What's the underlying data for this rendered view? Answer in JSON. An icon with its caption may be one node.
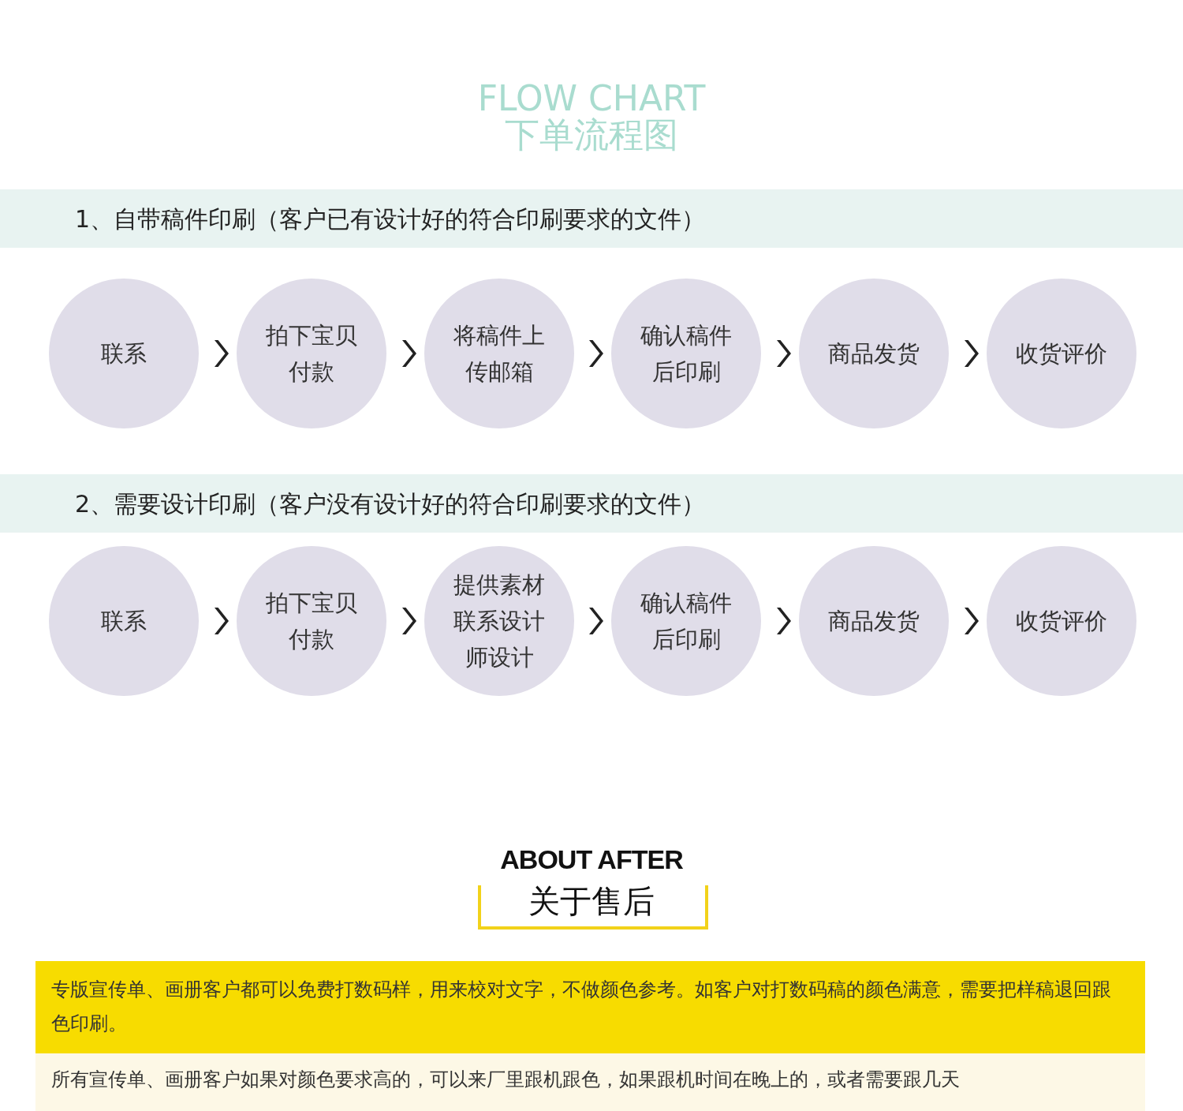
{
  "diagram": {
    "title": "FLOW CHART 下单流程图",
    "nodes": [
      {
        "text": [
          "1、自带稿件印刷（客户已有设计好的符合印刷要求的文件）"
        ]
      },
      {
        "text": [
          "联系"
        ]
      },
      {
        "text": [
          "拍下宝贝付款"
        ]
      },
      {
        "text": [
          "将稿件上传邮箱"
        ]
      },
      {
        "text": [
          "确认稿件后印刷"
        ]
      },
      {
        "text": [
          "商品发货"
        ]
      },
      {
        "text": [
          "收货评价"
        ]
      },
      {
        "text": [
          "2、需要设计印刷（客户没有设计好的符合印刷要求的文件）"
        ]
      },
      {
        "text": [
          "联系"
        ]
      },
      {
        "text": [
          "拍下宝贝付款"
        ]
      },
      {
        "text": [
          "提供素材联系设计师设计"
        ]
      },
      {
        "text": [
          "确认稿件后印刷"
        ]
      },
      {
        "text": [
          "商品发货"
        ]
      },
      {
        "text": [
          "收货评价"
        ]
      },
      {
        "text": [
          "专版宣传单、画册客户都可以免费打数码样，用来校对文字，不做颜色参考。如客户对打数码稿的颜色满意，需要把样稿退回跟色印刷。"
        ]
      },
      {
        "text": [
          "所有宣传单、画册客户如果对颜色要求高的，可以来厂里跟机跟色，如果跟机时间在晚上的，或者需要跟几天"
        ]
      }
    ],
    "edges": [
      {
        "from": 1,
        "to": 2,
        "arrow": "to"
      },
      {
        "from": 2,
        "to": 3,
        "arrow": "to"
      },
      {
        "from": 3,
        "to": 4,
        "arrow": "to"
      },
      {
        "from": 4,
        "to": 5,
        "arrow": "to"
      },
      {
        "from": 5,
        "to": 6,
        "arrow": "to"
      },
      {
        "from": 8,
        "to": 9,
        "arrow": "to"
      },
      {
        "from": 9,
        "to": 10,
        "arrow": "to"
      },
      {
        "from": 10,
        "to": 11,
        "arrow": "to"
      },
      {
        "from": 11,
        "to": 12,
        "arrow": "to"
      },
      {
        "from": 12,
        "to": 13,
        "arrow": "to"
      }
    ],
    "labels": [
      "ABOUT AFTER",
      "关于售后"
    ]
  }
}
